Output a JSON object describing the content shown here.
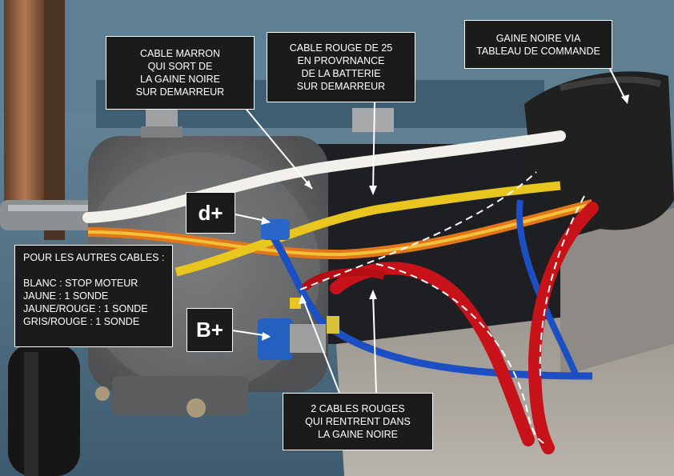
{
  "labels": {
    "cable_marron": [
      "CABLE MARRON",
      "QUI SORT DE",
      "LA GAINE NOIRE",
      "SUR DEMARREUR"
    ],
    "cable_rouge_25": [
      "CABLE ROUGE DE 25",
      "EN PROVRNANCE",
      "DE LA BATTERIE",
      "SUR DEMARREUR"
    ],
    "gaine_noire": [
      "GAINE NOIRE VIA",
      "TABLEAU DE COMMANDE"
    ],
    "terminal_d_plus": "d+",
    "terminal_b_plus": "B+",
    "autres_cables": [
      "POUR LES AUTRES CABLES :",
      "",
      "BLANC :  STOP MOTEUR",
      "JAUNE : 1 SONDE",
      "JAUNE/ROUGE : 1 SONDE",
      "GRIS/ROUGE : 1 SONDE"
    ],
    "cables_rouges": [
      "2 CABLES ROUGES",
      "QUI RENTRENT DANS",
      "LA GAINE NOIRE"
    ]
  },
  "colors": {
    "label_bg": "#1b1b1b",
    "label_text": "#ffffff",
    "engine_blue": "#4d7187",
    "wire_white": "#f1f0ea",
    "wire_yellow": "#e9c51f",
    "wire_red": "#c8121a",
    "wire_blue": "#1d4fc4",
    "wire_orange": "#e2761a"
  }
}
